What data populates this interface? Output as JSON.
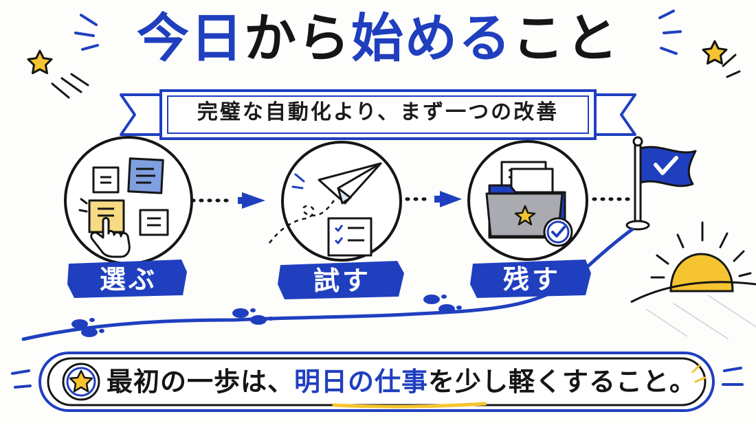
{
  "header": {
    "title_parts": [
      {
        "text": "今日",
        "color": "#1f3fbf"
      },
      {
        "text": "から",
        "color": "#151515"
      },
      {
        "text": "始める",
        "color": "#1f3fbf"
      },
      {
        "text": "こと",
        "color": "#151515"
      }
    ],
    "subtitle": "完璧な自動化より、まず一つの改善"
  },
  "steps": [
    {
      "label": "選ぶ",
      "icon": "sticky-notes-icon"
    },
    {
      "label": "試す",
      "icon": "paper-plane-icon"
    },
    {
      "label": "残す",
      "icon": "folder-star-icon"
    }
  ],
  "goal": {
    "icon": "checkmark-flag-icon"
  },
  "footer": {
    "parts": [
      {
        "text": "最初の一歩は、",
        "color": "#151515"
      },
      {
        "text": "明日の仕事",
        "color": "#1f3fbf"
      },
      {
        "text": "を少し軽くすること。",
        "color": "#151515"
      }
    ]
  },
  "colors": {
    "accent": "#1f3fbf",
    "ink": "#151515",
    "yellow": "#f5c430",
    "sticky_blue": "#7f9fe0",
    "sticky_yellow": "#f6db84"
  }
}
